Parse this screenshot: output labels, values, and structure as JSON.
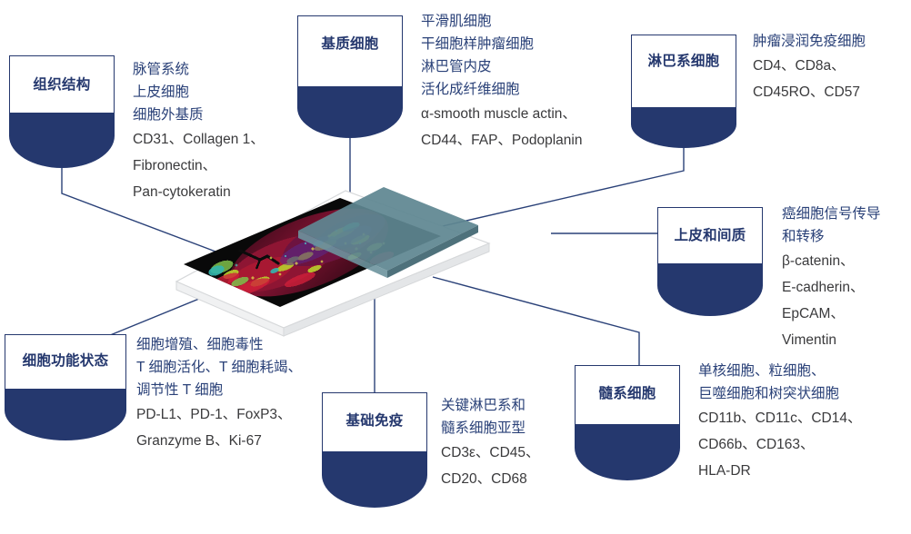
{
  "theme": {
    "navy": "#25386e",
    "desc_blue": "#2a4178",
    "marker_gray": "#3a3a3c",
    "coverslip_teal": "#5f8691",
    "slide_white": "#f4f5f6",
    "tissue_black": "#0a0a0a"
  },
  "center": {
    "label": "multiplex-immunofluorescence-tissue-slide",
    "coverslip_label": "coverslip"
  },
  "panels": [
    {
      "id": "tissue-structure",
      "title": "组织结构",
      "desc": [
        "脉管系统",
        "上皮细胞",
        "细胞外基质"
      ],
      "markers": [
        "CD31、Collagen 1、",
        "Fibronectin、",
        "Pan-cytokeratin"
      ]
    },
    {
      "id": "stromal-cells",
      "title": "基质细胞",
      "desc": [
        "平滑肌细胞",
        "干细胞样肿瘤细胞",
        "淋巴管内皮",
        "活化成纤维细胞"
      ],
      "markers": [
        "α-smooth muscle actin、",
        "CD44、FAP、Podoplanin"
      ]
    },
    {
      "id": "lymphoid-cells",
      "title": "淋巴系细胞",
      "desc": [
        "肿瘤浸润免疫细胞"
      ],
      "markers": [
        "CD4、CD8a、",
        "CD45RO、CD57"
      ]
    },
    {
      "id": "epithelial-mesenchymal",
      "title": "上皮和间质",
      "desc": [
        "癌细胞信号传导",
        "和转移"
      ],
      "markers": [
        "β-catenin、",
        "E-cadherin、",
        "EpCAM、",
        "Vimentin"
      ]
    },
    {
      "id": "cell-function-state",
      "title": "细胞功能状态",
      "desc": [
        "细胞增殖、细胞毒性",
        "T 细胞活化、T 细胞耗竭、",
        "调节性 T 细胞"
      ],
      "markers": [
        "PD-L1、PD-1、FoxP3、",
        "Granzyme B、Ki-67"
      ]
    },
    {
      "id": "basic-immunity",
      "title": "基础免疫",
      "desc": [
        "关键淋巴系和",
        "髓系细胞亚型"
      ],
      "markers": [
        "CD3ε、CD45、",
        "CD20、CD68"
      ]
    },
    {
      "id": "myeloid-cells",
      "title": "髓系细胞",
      "desc": [
        "单核细胞、粒细胞、",
        "巨噬细胞和树突状细胞"
      ],
      "markers": [
        "CD11b、CD11c、CD14、",
        "CD66b、CD163、",
        "HLA-DR"
      ]
    }
  ]
}
